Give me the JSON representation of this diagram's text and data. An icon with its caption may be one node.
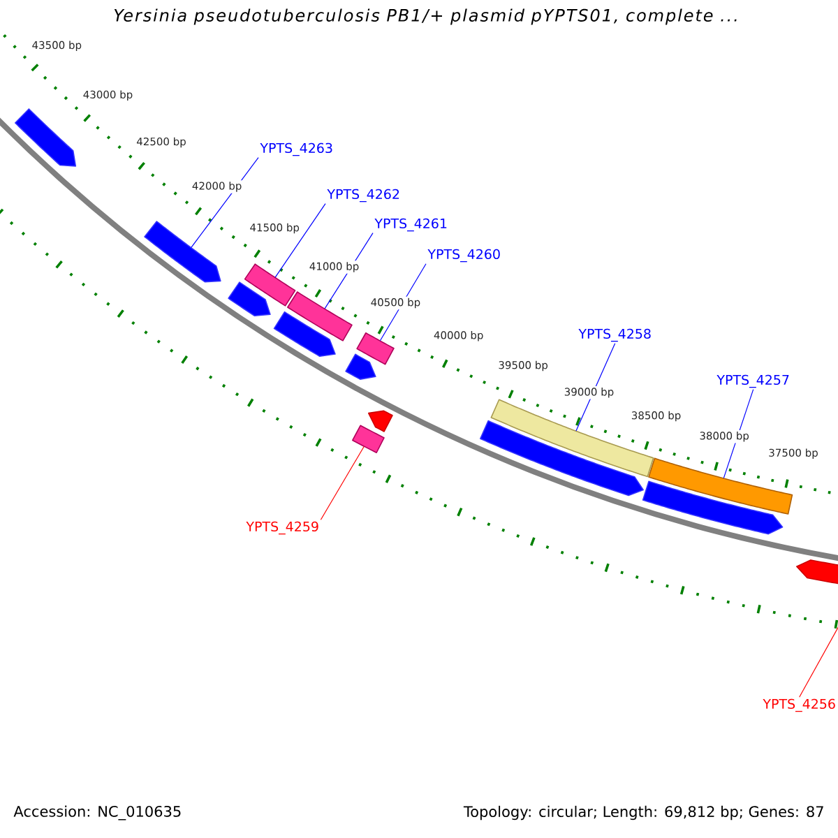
{
  "diagram": {
    "title": "Yersinia pseudotuberculosis PB1/+ plasmid pYPTS01, complete ...",
    "nodes": [
      {
        "text": [
          "YPTS_4263"
        ]
      },
      {
        "text": [
          "YPTS_4262"
        ]
      },
      {
        "text": [
          "YPTS_4261"
        ]
      },
      {
        "text": [
          "YPTS_4260"
        ]
      },
      {
        "text": [
          "YPTS_4258"
        ]
      },
      {
        "text": [
          "YPTS_4257"
        ]
      },
      {
        "text": [
          "YPTS_4259"
        ]
      },
      {
        "text": [
          "YPTS_4256"
        ]
      },
      {
        "text": [],
        "shape": "arrow"
      },
      {
        "text": [],
        "shape": "arrow"
      },
      {
        "text": [],
        "shape": "arrow"
      },
      {
        "text": [],
        "shape": "box"
      },
      {
        "text": [],
        "shape": "arrow"
      },
      {
        "text": [],
        "shape": "box"
      },
      {
        "text": [],
        "shape": "arrow"
      },
      {
        "text": [],
        "shape": "box"
      },
      {
        "text": [],
        "shape": "box"
      },
      {
        "text": [],
        "shape": "arrow"
      },
      {
        "text": [],
        "shape": "arrow"
      },
      {
        "text": [],
        "shape": "box"
      },
      {
        "text": [],
        "shape": "arrow"
      },
      {
        "text": [],
        "shape": "box"
      },
      {
        "text": [],
        "shape": "arrow"
      }
    ],
    "edges": [
      {
        "from": 0,
        "to": 9,
        "arrow": "none"
      },
      {
        "from": 1,
        "to": 11,
        "arrow": "none"
      },
      {
        "from": 2,
        "to": 13,
        "arrow": "none"
      },
      {
        "from": 3,
        "to": 16,
        "arrow": "none"
      },
      {
        "from": 4,
        "to": 19,
        "arrow": "none"
      },
      {
        "from": 5,
        "to": 21,
        "arrow": "none"
      },
      {
        "from": 6,
        "to": 15,
        "arrow": "none",
        "color": "#ff0000"
      },
      {
        "from": 7,
        "to": 22,
        "arrow": "none",
        "color": "#ff0000"
      }
    ],
    "labels": [
      "43500 bp",
      "43000 bp",
      "42500 bp",
      "42000 bp",
      "41500 bp",
      "41000 bp",
      "40500 bp",
      "40000 bp",
      "39500 bp",
      "39000 bp",
      "38500 bp",
      "38000 bp",
      "37500 bp",
      "Accession: NC_010635",
      "Topology: circular; Length: 69,812 bp; Genes: 87"
    ]
  }
}
